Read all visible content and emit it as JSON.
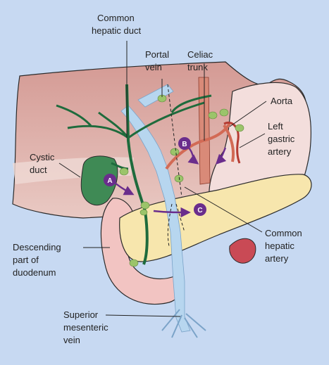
{
  "labels": {
    "common_hepatic_duct": [
      "Common",
      "hepatic duct"
    ],
    "portal_vein": [
      "Portal",
      "vein"
    ],
    "celiac_trunk": [
      "Celiac",
      "trunk"
    ],
    "aorta": [
      "Aorta"
    ],
    "left_gastric_artery": [
      "Left",
      "gastric",
      "artery"
    ],
    "cystic_duct": [
      "Cystic",
      "duct"
    ],
    "descending_duodenum": [
      "Descending",
      "part of",
      "duodenum"
    ],
    "common_hepatic_artery": [
      "Common",
      "hepatic",
      "artery"
    ],
    "superior_mesenteric_vein": [
      "Superior",
      "mesenteric",
      "vein"
    ]
  },
  "markers": {
    "a": "A",
    "b": "B",
    "c": "C"
  },
  "colors": {
    "background": "#c7d9f2",
    "liver": "#c98c86",
    "liver_light": "#e8c8c2",
    "stomach": "#f3dedc",
    "pancreas": "#f7e6ad",
    "duodenum": "#f2c4c2",
    "bile_duct": "#1e6b3c",
    "lymph_node": "#9bc46a",
    "portal_vein": "#b7d6ef",
    "artery": "#d26a55",
    "marker": "#6a2d8c"
  }
}
